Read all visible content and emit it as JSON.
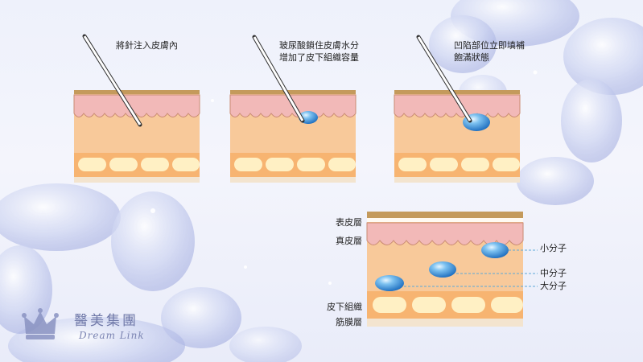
{
  "steps": [
    {
      "caption_1": "將針注入皮膚內",
      "caption_2": ""
    },
    {
      "caption_1": "玻尿酸鎖住皮膚水分",
      "caption_2": "增加了皮下組織容量"
    },
    {
      "caption_1": "凹陷部位立即填補",
      "caption_2": "飽滿狀態"
    }
  ],
  "layers": {
    "epidermis": "表皮層",
    "dermis": "真皮層",
    "subcutaneous": "皮下組織",
    "fascia": "筋膜層"
  },
  "particles": {
    "small": "小分子",
    "medium": "中分子",
    "large": "大分子"
  },
  "logo": {
    "name_zh": "醫美集團",
    "name_en": "Dream Link"
  },
  "colors": {
    "epidermis": "#c49a5c",
    "dermis": "#f2b9b8",
    "tissue": "#f8c99a",
    "fat": "#fff0c4",
    "fascia": "#f3e4cf",
    "droplet": "#3f8fd6",
    "leader": "#5da9d8"
  }
}
